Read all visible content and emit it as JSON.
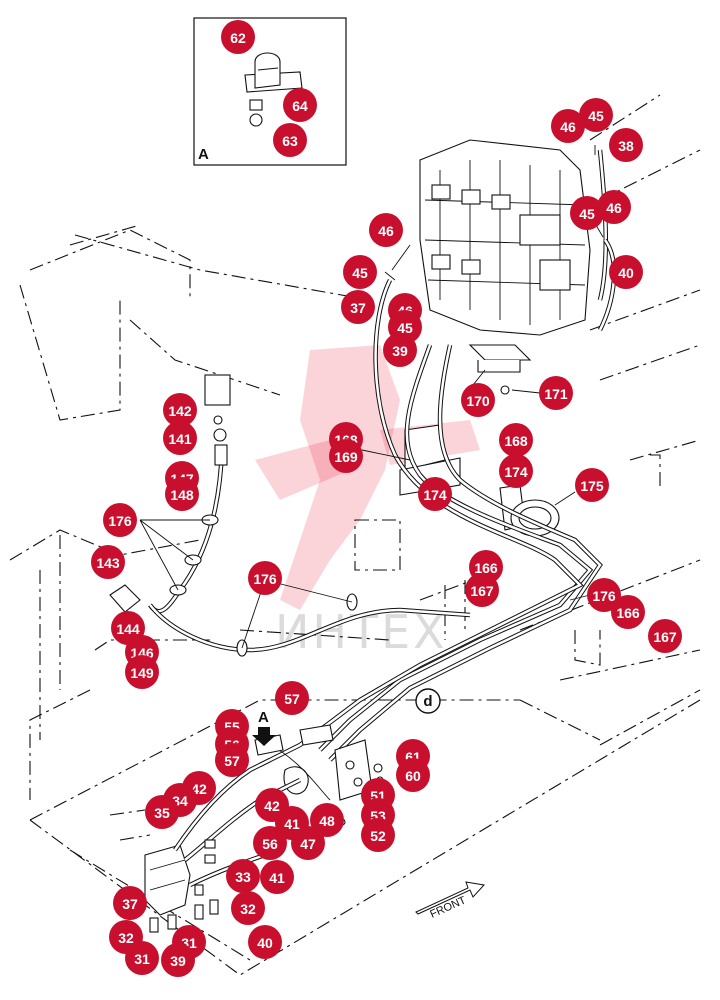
{
  "inset": {
    "label": "A",
    "callouts": [
      "62",
      "64",
      "63"
    ]
  },
  "view_marker": "A",
  "detail_circle": "d",
  "front_label": "FRONT",
  "watermark": "ИНТЕХ",
  "callouts": [
    {
      "n": "62"
    },
    {
      "n": "64"
    },
    {
      "n": "63"
    },
    {
      "n": "46"
    },
    {
      "n": "45"
    },
    {
      "n": "38"
    },
    {
      "n": "45"
    },
    {
      "n": "46"
    },
    {
      "n": "40"
    },
    {
      "n": "46"
    },
    {
      "n": "45"
    },
    {
      "n": "37"
    },
    {
      "n": "46"
    },
    {
      "n": "45"
    },
    {
      "n": "39"
    },
    {
      "n": "170"
    },
    {
      "n": "171"
    },
    {
      "n": "142"
    },
    {
      "n": "141"
    },
    {
      "n": "147"
    },
    {
      "n": "148"
    },
    {
      "n": "168"
    },
    {
      "n": "169"
    },
    {
      "n": "174"
    },
    {
      "n": "168"
    },
    {
      "n": "174"
    },
    {
      "n": "175"
    },
    {
      "n": "176"
    },
    {
      "n": "143"
    },
    {
      "n": "176"
    },
    {
      "n": "144"
    },
    {
      "n": "146"
    },
    {
      "n": "149"
    },
    {
      "n": "166"
    },
    {
      "n": "167"
    },
    {
      "n": "176"
    },
    {
      "n": "166"
    },
    {
      "n": "167"
    },
    {
      "n": "57"
    },
    {
      "n": "55"
    },
    {
      "n": "56"
    },
    {
      "n": "57"
    },
    {
      "n": "61"
    },
    {
      "n": "60"
    },
    {
      "n": "42"
    },
    {
      "n": "34"
    },
    {
      "n": "35"
    },
    {
      "n": "51"
    },
    {
      "n": "53"
    },
    {
      "n": "52"
    },
    {
      "n": "48"
    },
    {
      "n": "47"
    },
    {
      "n": "41"
    },
    {
      "n": "42"
    },
    {
      "n": "56"
    },
    {
      "n": "41"
    },
    {
      "n": "33"
    },
    {
      "n": "37"
    },
    {
      "n": "32"
    },
    {
      "n": "32"
    },
    {
      "n": "31"
    },
    {
      "n": "31"
    },
    {
      "n": "39"
    },
    {
      "n": "40"
    }
  ]
}
